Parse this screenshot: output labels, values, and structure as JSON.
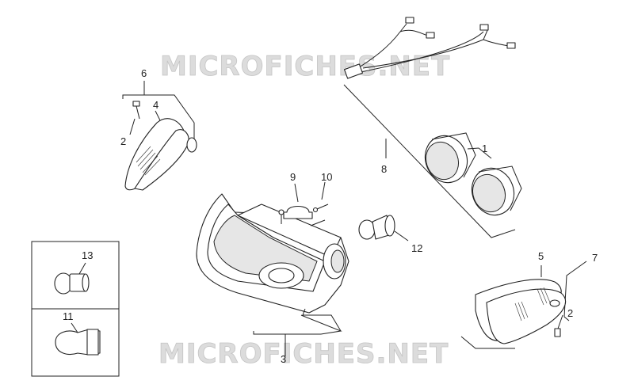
{
  "watermarks": [
    "MICROFICHES.NET",
    "MICROFICHES.NET"
  ],
  "callouts": {
    "c1": "1",
    "c2a": "2",
    "c2b": "2",
    "c3": "3",
    "c4": "4",
    "c5": "5",
    "c6": "6",
    "c7": "7",
    "c8": "8",
    "c9": "9",
    "c10": "10",
    "c11": "11",
    "c12": "12",
    "c13": "13"
  }
}
